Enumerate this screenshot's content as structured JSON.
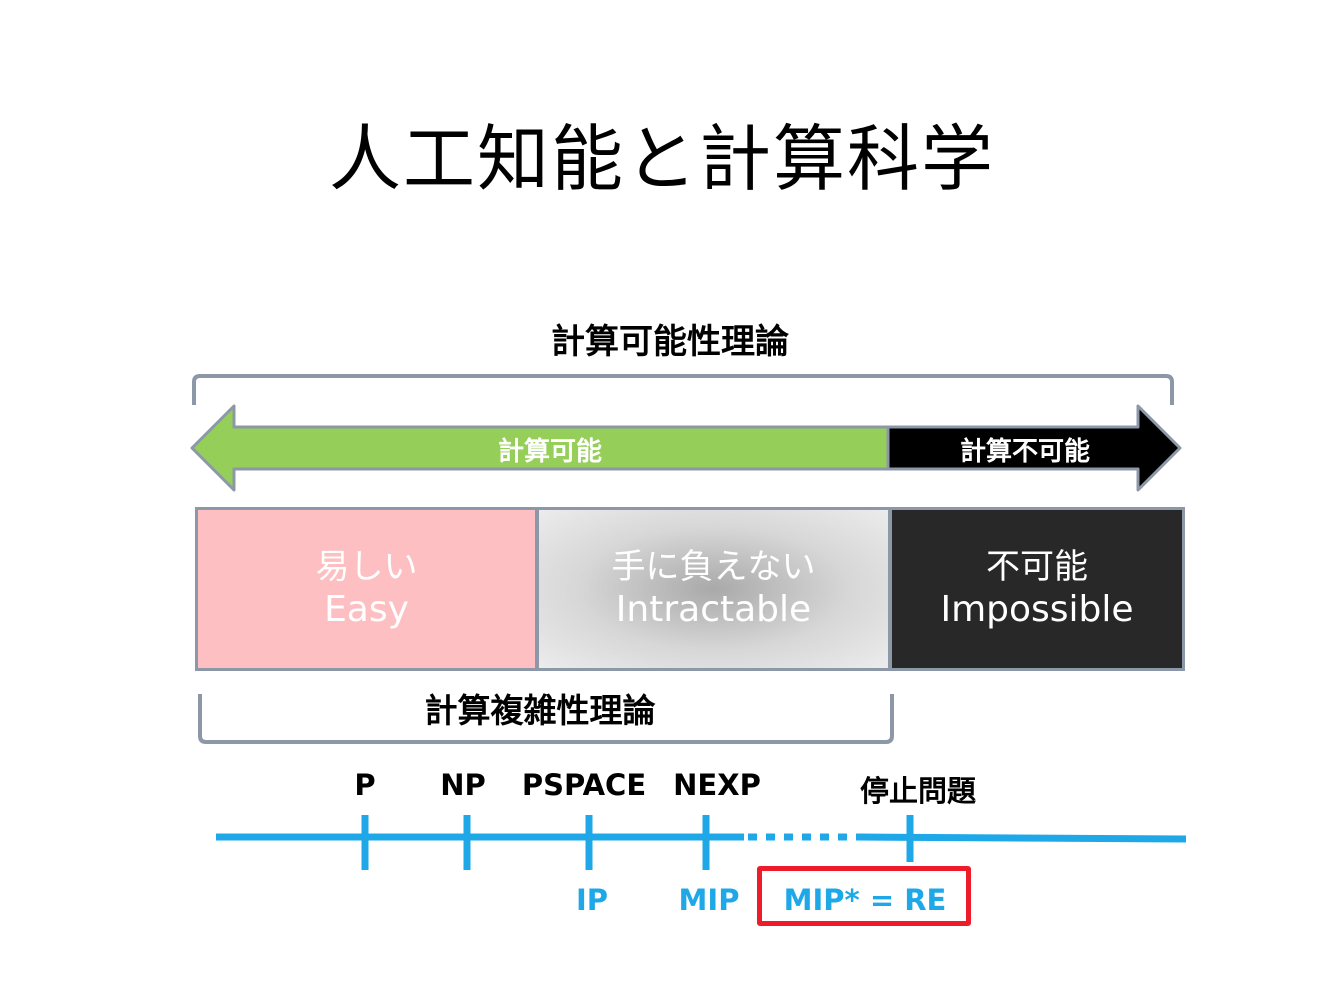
{
  "title": "人工知能と計算科学",
  "computability_theory": "計算可能性理論",
  "arrow": {
    "computable_label": "計算可能",
    "uncomputable_label": "計算不可能",
    "colors": {
      "computable": "#95cf59",
      "uncomputable": "#000000",
      "outline": "#8c97a8"
    }
  },
  "boxes": {
    "easy": {
      "ja": "易しい",
      "en": "Easy",
      "color": "#fdbfc1"
    },
    "intractable": {
      "ja": "手に負えない",
      "en": "Intractable",
      "color": "#c8c8c8"
    },
    "impossible": {
      "ja": "不可能",
      "en": "Impossible",
      "color": "#282828"
    }
  },
  "complexity_theory": "計算複雑性理論",
  "classes_top": [
    "P",
    "NP",
    "PSPACE",
    "NEXP",
    "停止問題"
  ],
  "classes_bottom": [
    "IP",
    "MIP",
    "MIP* = RE"
  ],
  "colors": {
    "timeline": "#1fa8e8",
    "highlight": "#ee1c2a"
  }
}
